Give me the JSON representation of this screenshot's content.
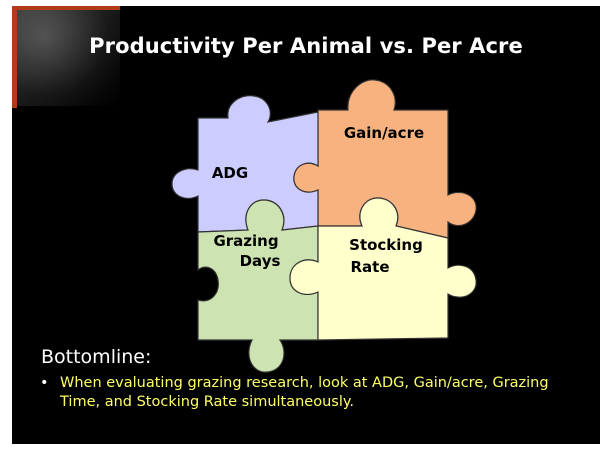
{
  "title": "Productivity Per Animal vs. Per Acre",
  "pieces": {
    "adg": "ADG",
    "gain": "Gain/acre",
    "grazing_line1": "Grazing",
    "grazing_line2": "Days",
    "stocking_line1": "Stocking",
    "stocking_line2": "Rate"
  },
  "colors": {
    "adg": "#ccccff",
    "gain": "#f7b27f",
    "grazing": "#cde3b1",
    "stocking": "#ffffcc",
    "text_yellow": "#ffff66"
  },
  "heading": "Bottomline:",
  "bullets": [
    "When evaluating grazing research, look at ADG, Gain/acre, Grazing Time, and Stocking Rate simultaneously."
  ]
}
